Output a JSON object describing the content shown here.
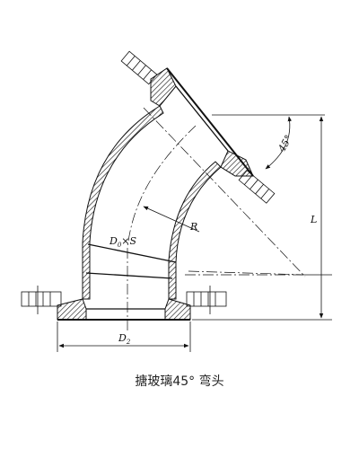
{
  "labels": {
    "angle": "45°",
    "radius": "R",
    "length": "L",
    "diameter_main": "D",
    "diameter_main_sub": "0",
    "times": "×",
    "thickness": "S",
    "diameter_flange": "D",
    "diameter_flange_sub": "2"
  },
  "caption": "搪玻璃45° 弯头"
}
